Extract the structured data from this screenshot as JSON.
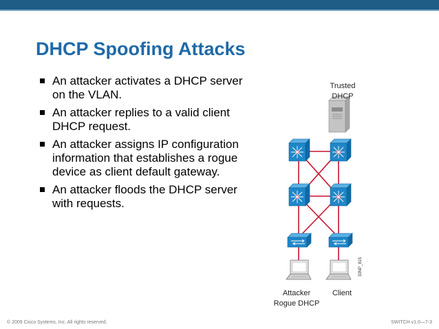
{
  "slide": {
    "title": "DHCP Spoofing Attacks",
    "bullets": [
      "An attacker activates a DHCP server on the VLAN.",
      "An attacker replies to a valid client DHCP request.",
      "An attacker assigns IP configuration information that establishes a rogue device as client default gateway.",
      "An attacker floods the DHCP server with requests."
    ]
  },
  "diagram": {
    "trusted_label_1": "Trusted",
    "trusted_label_2": "DHCP",
    "attacker_label_1": "Attacker",
    "attacker_label_2": "Rogue DHCP",
    "client_label": "Client",
    "figure_code": "33NP_815",
    "switch_color": "#1f87c9",
    "link_color": "#c8102e"
  },
  "footer": {
    "copyright": "© 2009 Cisco Systems, Inc. All rights reserved.",
    "course": "SWITCH v1.0—7-3"
  }
}
